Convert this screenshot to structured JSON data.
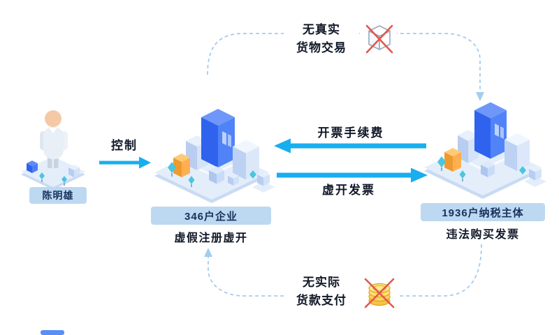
{
  "person": {
    "label": "陈明雄"
  },
  "control_flow": {
    "label": "控制"
  },
  "fake_companies": {
    "badge": "346户企业",
    "caption": "虚假注册虚开"
  },
  "taxpayers": {
    "badge": "1936户纳税主体",
    "caption": "违法购买发票"
  },
  "no_goods_flow": {
    "line1": "无真实",
    "line2": "货物交易",
    "icon": "crossed-package-icon"
  },
  "fee_flow": {
    "label": "开票手续费"
  },
  "invoice_flow": {
    "label": "虚开发票"
  },
  "no_payment_flow": {
    "line1": "无实际",
    "line2": "货款支付",
    "icon": "crossed-money-icon"
  },
  "colors": {
    "arrow_cyan": "#18AEEF",
    "dashed_blue": "#A4CCEE",
    "badge_bg": "#BDD8F1",
    "badge_text": "#16325C",
    "text_dark": "#111827",
    "cross_red": "#E2574C",
    "building_blue": "#2F63EE",
    "building_orange": "#EF9A2E"
  }
}
